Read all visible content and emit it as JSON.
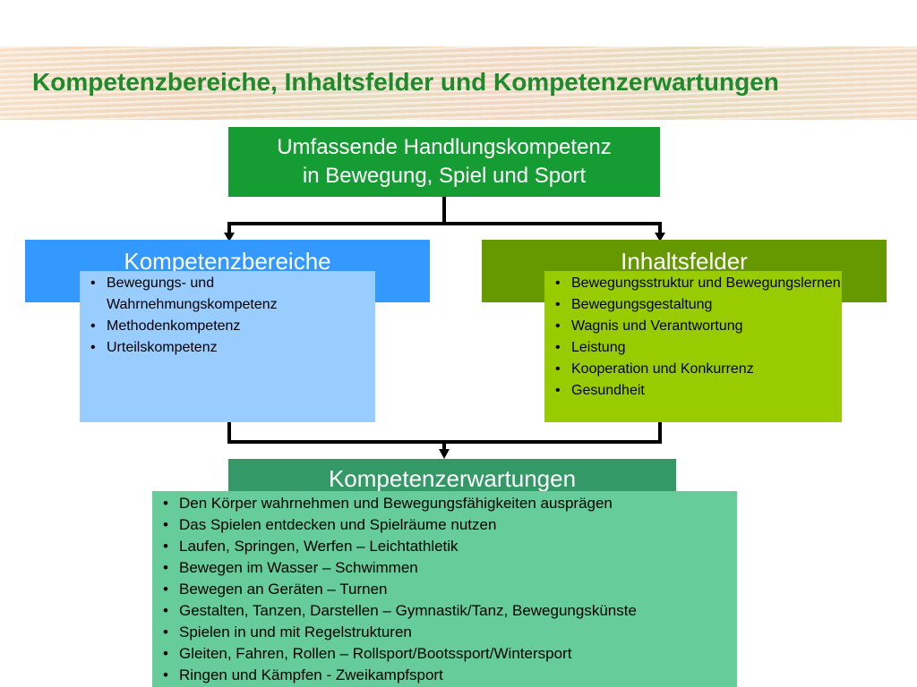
{
  "title": "Kompetenzbereiche, Inhaltsfelder und Kompetenzerwartungen",
  "top_box": {
    "line1": "Umfassende Handlungskompetenz",
    "line2": "in Bewegung, Spiel und Sport"
  },
  "kompetenzbereiche": {
    "heading": "Kompetenzbereiche",
    "items": [
      "Bewegungs- und Wahrnehmungskompetenz",
      "Methodenkompetenz",
      "Urteilskompetenz"
    ]
  },
  "inhaltsfelder": {
    "heading": "Inhaltsfelder",
    "items": [
      "Bewegungsstruktur und Bewegungslernen",
      "Bewegungsgestaltung",
      "Wagnis und Verantwortung",
      "Leistung",
      "Kooperation und Konkurrenz",
      "Gesundheit"
    ]
  },
  "kompetenzerwartungen": {
    "heading": "Kompetenzerwartungen",
    "items": [
      "Den  Körper wahrnehmen und Bewegungsfähigkeiten ausprägen",
      "Das Spielen entdecken und Spielräume nutzen",
      "Laufen, Springen, Werfen – Leichtathletik",
      "Bewegen im Wasser – Schwimmen",
      "Bewegen an Geräten – Turnen",
      "Gestalten, Tanzen, Darstellen – Gymnastik/Tanz, Bewegungskünste",
      "Spielen in und mit Regelstrukturen",
      "Gleiten, Fahren, Rollen – Rollsport/Bootssport/Wintersport",
      "Ringen und Kämpfen - Zweikampfsport"
    ]
  },
  "colors": {
    "title_text": "#1f8a2a",
    "top_box": "#159d34",
    "kompetenzbereiche_header": "#3399ff",
    "kompetenzbereiche_list": "#99ccff",
    "inhaltsfelder_header": "#669900",
    "inhaltsfelder_list": "#99cc00",
    "kompetenzerwartungen_header": "#339966",
    "kompetenzerwartungen_list": "#66cc99"
  }
}
